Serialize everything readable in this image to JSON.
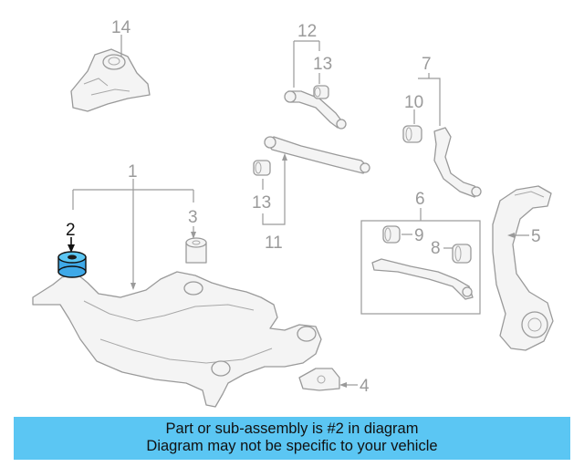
{
  "callouts": {
    "n1": "1",
    "n2": "2",
    "n3": "3",
    "n4": "4",
    "n5": "5",
    "n6": "6",
    "n7": "7",
    "n8": "8",
    "n9": "9",
    "n10": "10",
    "n11": "11",
    "n12": "12",
    "n13a": "13",
    "n13b": "13",
    "n14": "14"
  },
  "highlight": {
    "part_number": "2",
    "color": "#5bc6f3",
    "part_color": "#3fa9e8"
  },
  "caption": {
    "line1": "Part or sub-assembly is #2 in diagram",
    "line2": "Diagram may not be specific to your vehicle",
    "background": "#5bc6f3"
  }
}
